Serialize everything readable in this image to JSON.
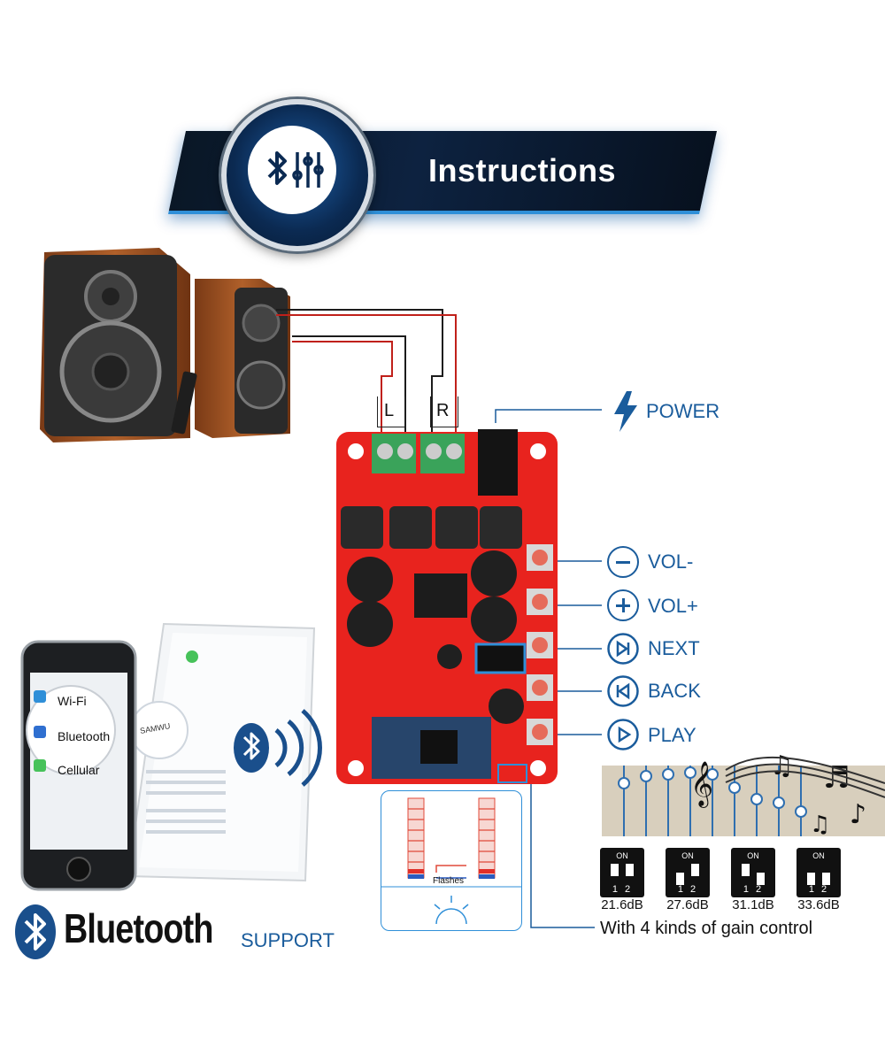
{
  "banner": {
    "title": "Instructions"
  },
  "terminals": {
    "left": "L",
    "right": "R"
  },
  "controls": [
    {
      "label": "POWER"
    },
    {
      "label": "VOL-"
    },
    {
      "label": "VOL+"
    },
    {
      "label": "NEXT"
    },
    {
      "label": "BACK"
    },
    {
      "label": "PLAY"
    }
  ],
  "gain": {
    "levels": [
      "21.6dB",
      "27.6dB",
      "31.1dB",
      "33.6dB"
    ],
    "dip_on": "ON",
    "caption": "With 4 kinds of gain control"
  },
  "flashes": "Flashes",
  "phone": {
    "items": [
      "Wi-Fi",
      "Bluetooth",
      "Cellular"
    ]
  },
  "tablet": {
    "device_name": "SAMWU"
  },
  "bluetooth": {
    "word": "Bluetooth",
    "support": "SUPPORT"
  },
  "colors": {
    "accent": "#1a5c9c",
    "board": "#e8231e",
    "wire_red": "#c0201a"
  }
}
